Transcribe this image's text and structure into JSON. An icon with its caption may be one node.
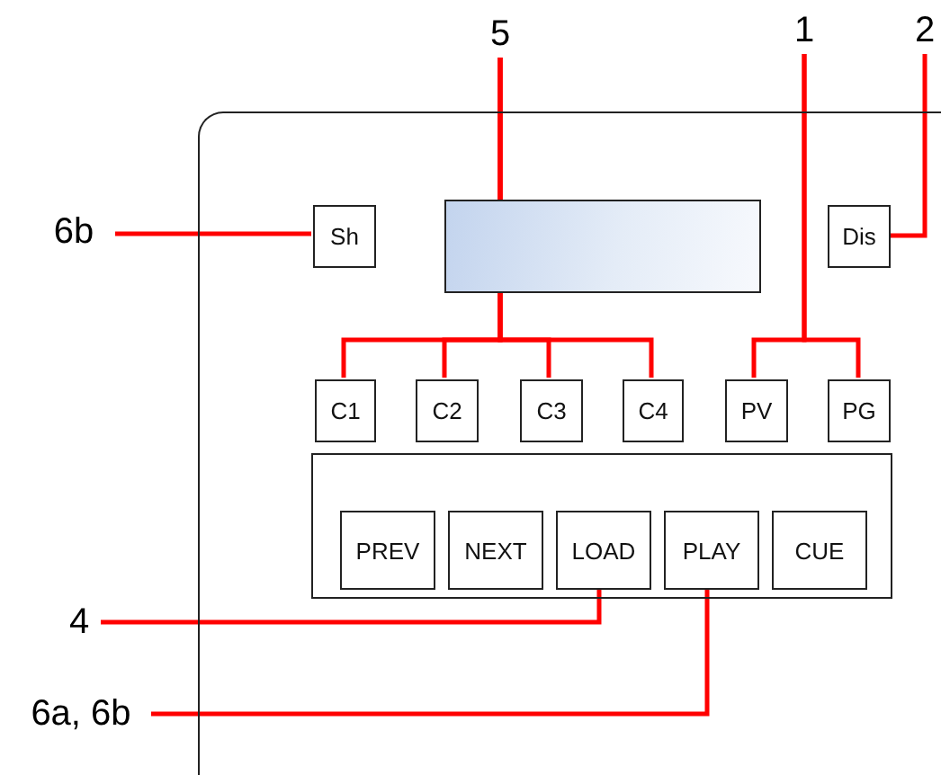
{
  "diagram": {
    "nodes": [
      {
        "text": [
          "5"
        ]
      },
      {
        "text": [
          "1"
        ]
      },
      {
        "text": [
          "2"
        ]
      },
      {
        "text": [
          "6b"
        ]
      },
      {
        "text": [
          "4"
        ]
      },
      {
        "text": [
          "6a, 6b"
        ]
      },
      {
        "text": [],
        "shape": "box"
      },
      {
        "text": [
          "Sh"
        ],
        "in": 6
      },
      {
        "text": [],
        "shape": "box",
        "in": 6
      },
      {
        "text": [
          "Dis"
        ],
        "in": 6
      },
      {
        "text": [
          "C1"
        ],
        "in": 6
      },
      {
        "text": [
          "C2"
        ],
        "in": 6
      },
      {
        "text": [
          "C3"
        ],
        "in": 6
      },
      {
        "text": [
          "C4"
        ],
        "in": 6
      },
      {
        "text": [
          "PV"
        ],
        "in": 6
      },
      {
        "text": [
          "PG"
        ],
        "in": 6
      },
      {
        "text": [],
        "shape": "box",
        "in": 6
      },
      {
        "text": [
          "PREV"
        ],
        "in": 16
      },
      {
        "text": [
          "NEXT"
        ],
        "in": 16
      },
      {
        "text": [
          "LOAD"
        ],
        "in": 16
      },
      {
        "text": [
          "PLAY"
        ],
        "in": 16
      },
      {
        "text": [
          "CUE"
        ],
        "in": 16
      }
    ],
    "edges": [
      {
        "from": 0,
        "to": 10,
        "arrow": "none"
      },
      {
        "from": 0,
        "to": 11,
        "arrow": "none"
      },
      {
        "from": 0,
        "to": 12,
        "arrow": "none"
      },
      {
        "from": 0,
        "to": 13,
        "arrow": "none"
      },
      {
        "from": 1,
        "to": 14,
        "arrow": "none"
      },
      {
        "from": 1,
        "to": 15,
        "arrow": "none"
      },
      {
        "from": 2,
        "to": 9,
        "arrow": "none"
      },
      {
        "from": 3,
        "to": 7,
        "arrow": "none"
      },
      {
        "from": 4,
        "to": 19,
        "arrow": "none"
      },
      {
        "from": 5,
        "to": 20,
        "arrow": "none"
      }
    ]
  }
}
